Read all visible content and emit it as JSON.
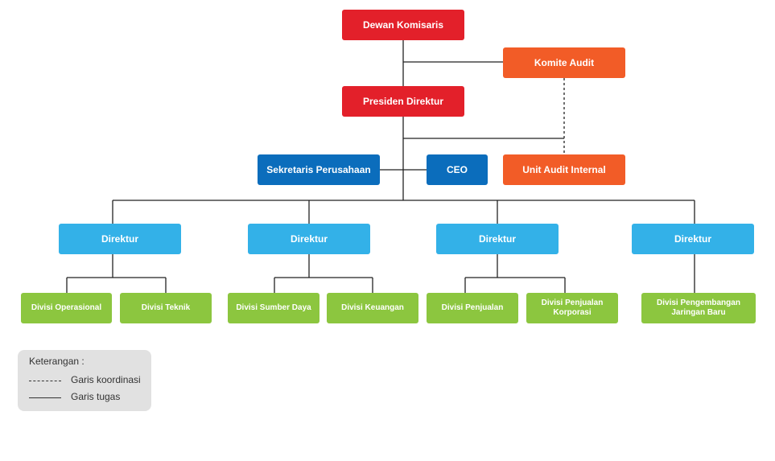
{
  "org": {
    "dewan_komisaris": "Dewan Komisaris",
    "komite_audit": "Komite Audit",
    "presiden_direktur": "Presiden Direktur",
    "sekretaris": "Sekretaris Perusahaan",
    "ceo": "CEO",
    "unit_audit_internal": "Unit Audit Internal",
    "direktur": [
      "Direktur",
      "Direktur",
      "Direktur",
      "Direktur"
    ],
    "divisions": [
      "Divisi Operasional",
      "Divisi Teknik",
      "Divisi Sumber Daya",
      "Divisi Keuangan",
      "Divisi Penjualan",
      "Divisi Penjualan Korporasi",
      "Divisi Pengembangan Jaringan Baru"
    ]
  },
  "legend": {
    "title": "Keterangan :",
    "dashed_label": "Garis koordinasi",
    "solid_label": "Garis tugas"
  },
  "colors": {
    "red": "#e3202a",
    "orange": "#f25c27",
    "navy": "#0b6dbc",
    "sky": "#33b1e8",
    "green": "#8cc63f",
    "line": "#222222"
  }
}
